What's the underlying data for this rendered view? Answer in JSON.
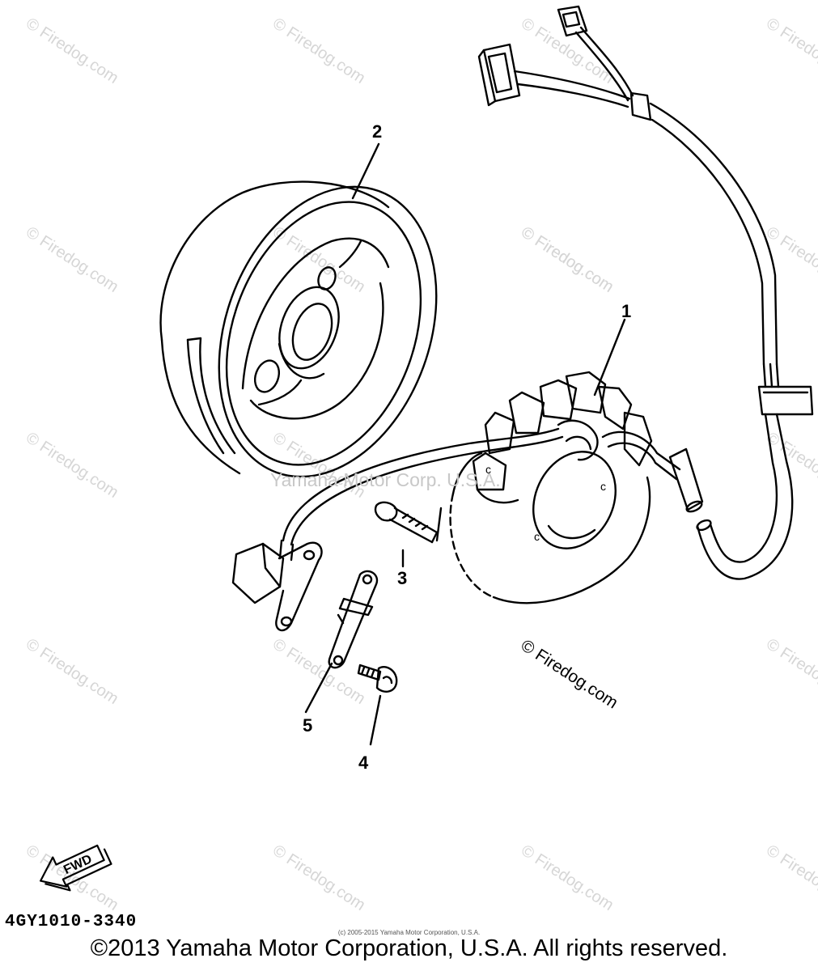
{
  "callouts": {
    "part_1": "1",
    "part_2": "2",
    "part_3": "3",
    "part_4": "4",
    "part_5": "5"
  },
  "fwd_label": "FWD",
  "part_code": "4GY1010-3340",
  "watermarks": {
    "repeated": "© Firedog.com",
    "feature": "© Firedog.com",
    "center": "Yamaha Motor Corp. U.S.A."
  },
  "fine_print": "(c) 2005-2015 Yamaha Motor Corporation, U.S.A.",
  "copyright": "©2013 Yamaha Motor Corporation, U.S.A. All rights reserved.",
  "colors": {
    "line": "#000000",
    "watermark": "#d6d6d6",
    "background": "#ffffff"
  }
}
